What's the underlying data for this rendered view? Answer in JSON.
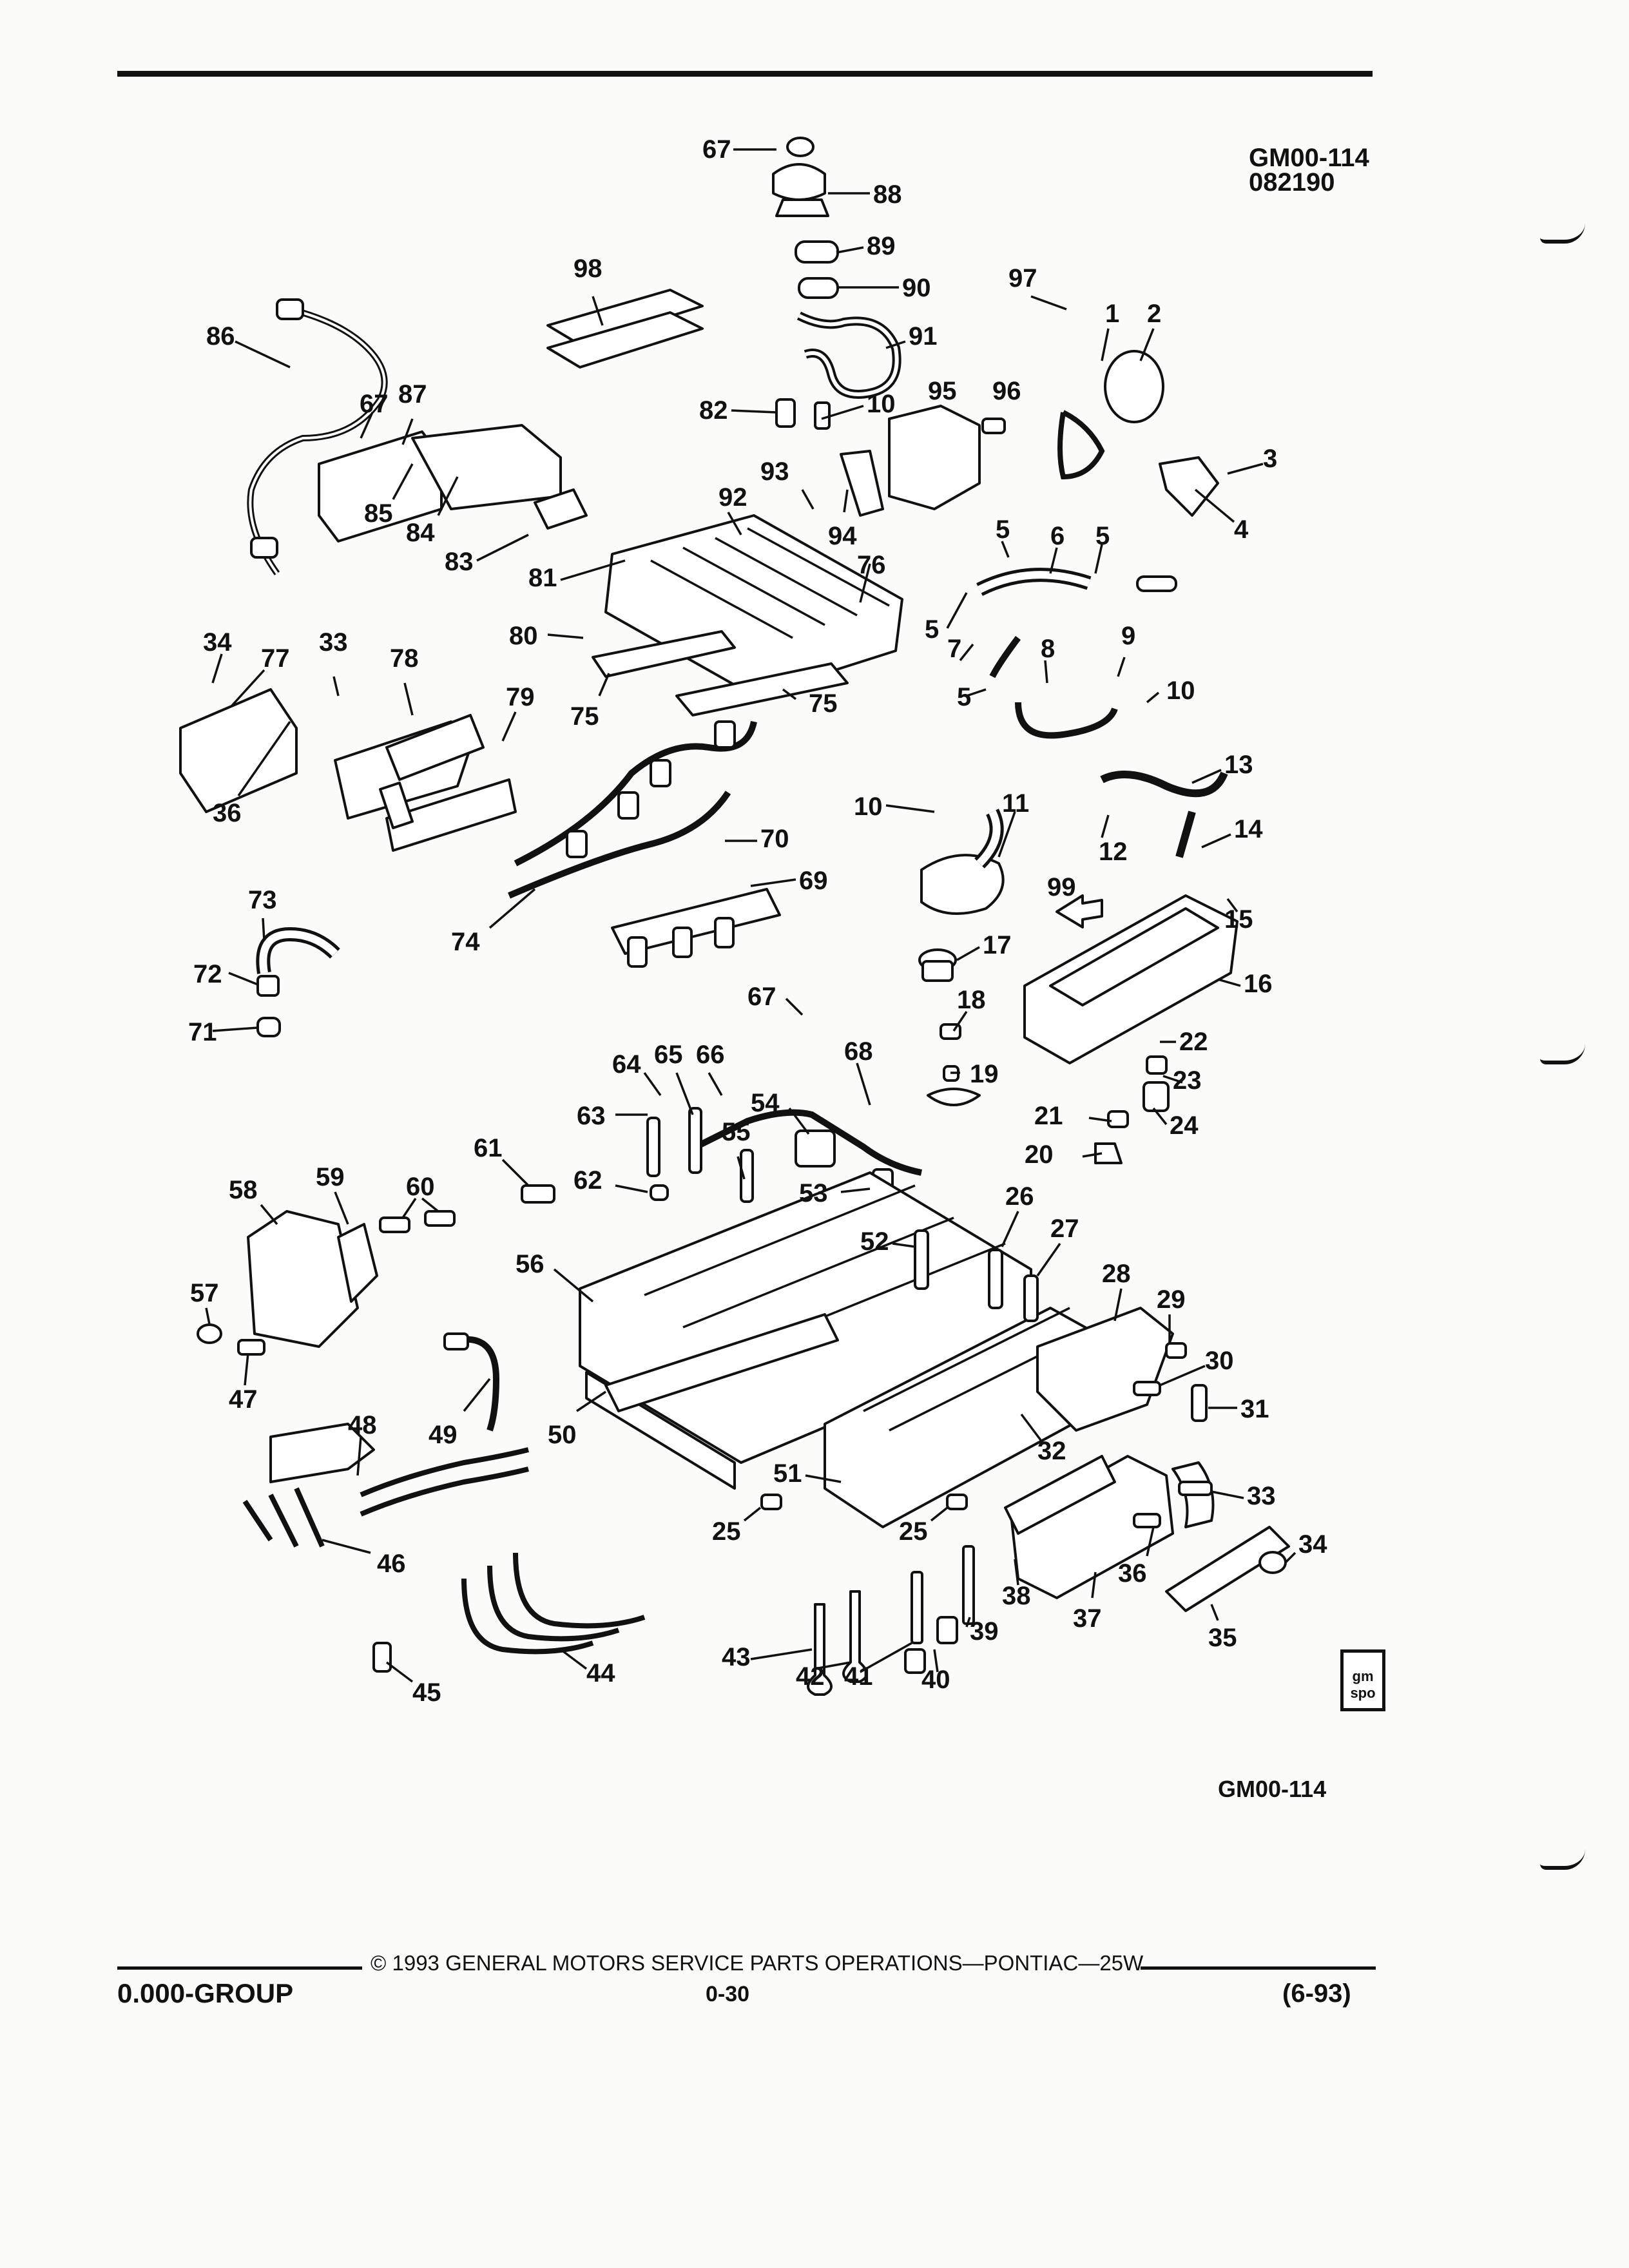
{
  "header": {
    "code_line1": "GM00-114",
    "code_line2": "082190"
  },
  "figure_id_bottom": "GM00-114",
  "logo": {
    "text": "gm spo"
  },
  "footer": {
    "copyright": "© 1993 GENERAL MOTORS SERVICE PARTS OPERATIONS—PONTIAC—25W",
    "group": "0.000-GROUP",
    "page": "0-30",
    "date": "(6-93)"
  },
  "callouts": [
    "67",
    "88",
    "89",
    "90",
    "91",
    "82",
    "10",
    "95",
    "96",
    "97",
    "1",
    "2",
    "3",
    "4",
    "98",
    "86",
    "67",
    "87",
    "85",
    "84",
    "83",
    "93",
    "94",
    "92",
    "81",
    "76",
    "5",
    "6",
    "5",
    "5",
    "7",
    "8",
    "9",
    "10",
    "5",
    "80",
    "75",
    "75",
    "34",
    "77",
    "33",
    "78",
    "79",
    "36",
    "10",
    "11",
    "12",
    "13",
    "14",
    "15",
    "99",
    "16",
    "17",
    "70",
    "69",
    "73",
    "72",
    "71",
    "74",
    "67",
    "68",
    "65",
    "66",
    "64",
    "63",
    "54",
    "55",
    "18",
    "19",
    "22",
    "23",
    "24",
    "21",
    "20",
    "61",
    "62",
    "53",
    "52",
    "26",
    "27",
    "28",
    "29",
    "30",
    "31",
    "58",
    "59",
    "60",
    "57",
    "47",
    "56",
    "49",
    "50",
    "48",
    "46",
    "51",
    "32",
    "25",
    "25",
    "33",
    "36",
    "34",
    "37",
    "38",
    "35",
    "39",
    "43",
    "42",
    "41",
    "40",
    "44",
    "45"
  ]
}
